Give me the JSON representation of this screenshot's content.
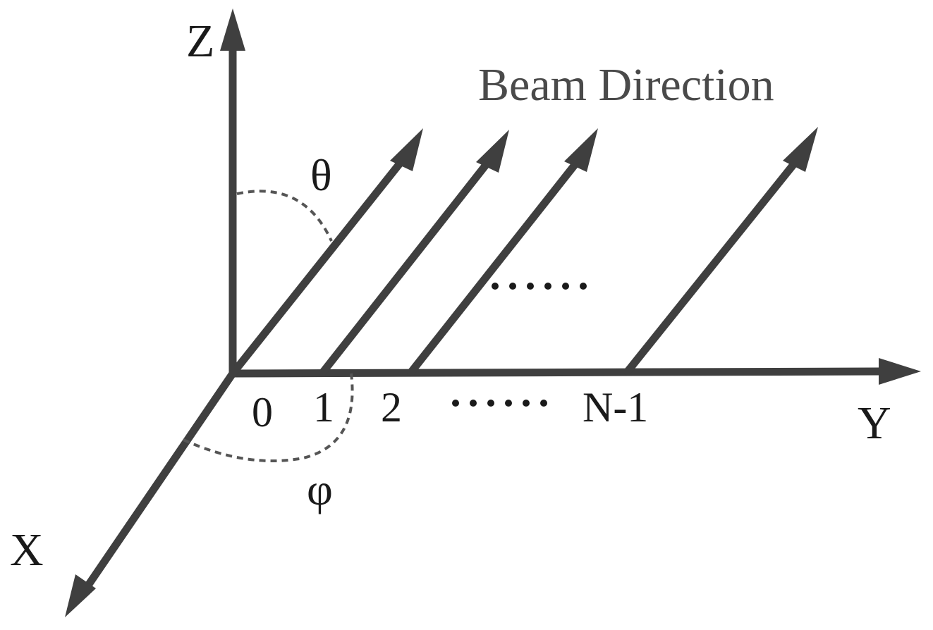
{
  "axes": {
    "z_label": "Z",
    "y_label": "Y",
    "x_label": "X"
  },
  "angles": {
    "theta": "θ",
    "phi": "φ"
  },
  "beam_direction_label": "Beam Direction",
  "element_indices": [
    "0",
    "1",
    "2",
    "N-1"
  ],
  "ellipsis_marks": [
    "......",
    "......"
  ],
  "colors": {
    "line": "#3f3f3f",
    "text": "#1a1a1a",
    "beam_text": "#4a4a4a",
    "dashed": "#555555"
  }
}
